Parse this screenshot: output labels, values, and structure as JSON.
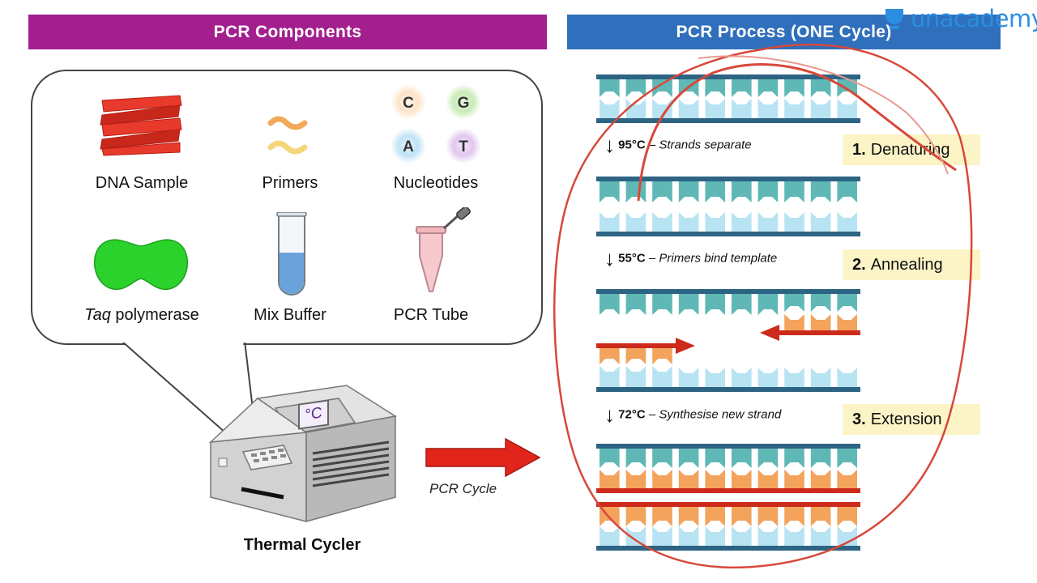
{
  "headers": {
    "components": "PCR Components",
    "process": "PCR Process  (ONE Cycle)"
  },
  "logo": {
    "text": "unacademy",
    "icon": "cap-icon",
    "color": "#2b8ee0"
  },
  "components": [
    {
      "id": "dna",
      "label": "DNA Sample"
    },
    {
      "id": "primers",
      "label": "Primers"
    },
    {
      "id": "nucleotides",
      "label": "Nucleotides",
      "letters": [
        "C",
        "G",
        "A",
        "T"
      ]
    },
    {
      "id": "taq",
      "label_italic": "Taq",
      "label_rest": " polymerase"
    },
    {
      "id": "buffer",
      "label": "Mix Buffer"
    },
    {
      "id": "tube",
      "label": "PCR Tube"
    }
  ],
  "machine": {
    "label": "Thermal Cycler",
    "display": "°C"
  },
  "arrow_label": "PCR Cycle",
  "steps": [
    {
      "temp": "95°C",
      "desc": "– Strands separate",
      "num": "1.",
      "name": "Denaturing"
    },
    {
      "temp": "55°C",
      "desc": "– Primers bind template",
      "num": "2.",
      "name": "Annealing"
    },
    {
      "temp": "72°C",
      "desc": "– Synthesise new strand",
      "num": "3.",
      "name": "Extension"
    }
  ],
  "colors": {
    "components_header": "#a41f8e",
    "process_header": "#2f6fbb",
    "backbone": "#2d6483",
    "template_base": "#5fb8b5",
    "new_base": "#b8e3f3",
    "primer_base": "#f3a35c",
    "primer_arrow": "#cc2a1a",
    "annotation": "#d7483a",
    "step_badge": "#fcf4c6"
  }
}
